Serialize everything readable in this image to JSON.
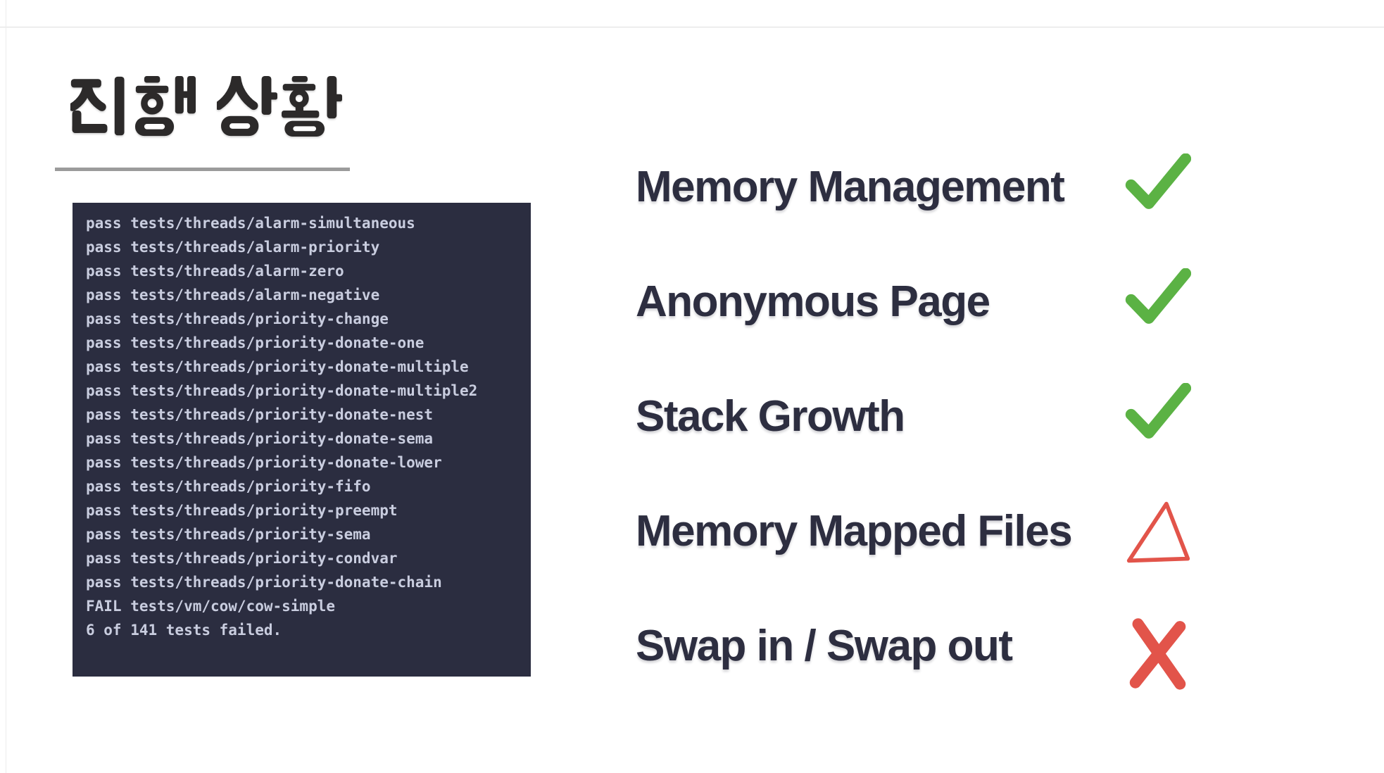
{
  "slide": {
    "title": "진행 상황"
  },
  "terminal": {
    "lines": [
      "pass tests/threads/alarm-simultaneous",
      "pass tests/threads/alarm-priority",
      "pass tests/threads/alarm-zero",
      "pass tests/threads/alarm-negative",
      "pass tests/threads/priority-change",
      "pass tests/threads/priority-donate-one",
      "pass tests/threads/priority-donate-multiple",
      "pass tests/threads/priority-donate-multiple2",
      "pass tests/threads/priority-donate-nest",
      "pass tests/threads/priority-donate-sema",
      "pass tests/threads/priority-donate-lower",
      "pass tests/threads/priority-fifo",
      "pass tests/threads/priority-preempt",
      "pass tests/threads/priority-sema",
      "pass tests/threads/priority-condvar",
      "pass tests/threads/priority-donate-chain",
      "FAIL tests/vm/cow/cow-simple",
      "6 of 141 tests failed."
    ]
  },
  "checklist": {
    "items": [
      {
        "label": "Memory Management",
        "status": "pass",
        "icon": "check-icon"
      },
      {
        "label": "Anonymous Page",
        "status": "pass",
        "icon": "check-icon"
      },
      {
        "label": "Stack Growth",
        "status": "pass",
        "icon": "check-icon"
      },
      {
        "label": "Memory Mapped Files",
        "status": "partial",
        "icon": "triangle-icon"
      },
      {
        "label": "Swap in / Swap out",
        "status": "fail",
        "icon": "x-icon"
      }
    ]
  },
  "colors": {
    "pass_green": "#5bb244",
    "fail_red": "#e2544a",
    "terminal_bg": "#2b2d40",
    "terminal_text": "#c9cddf",
    "ink": "#2d2e40",
    "title_ink": "#2c2a2a",
    "divider_gray": "#9b9b9b"
  }
}
